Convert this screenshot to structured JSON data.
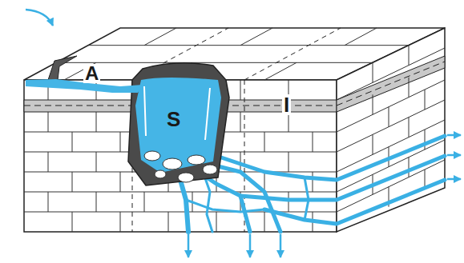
{
  "diagram": {
    "labels": [
      "A",
      "S",
      "I"
    ]
  }
}
